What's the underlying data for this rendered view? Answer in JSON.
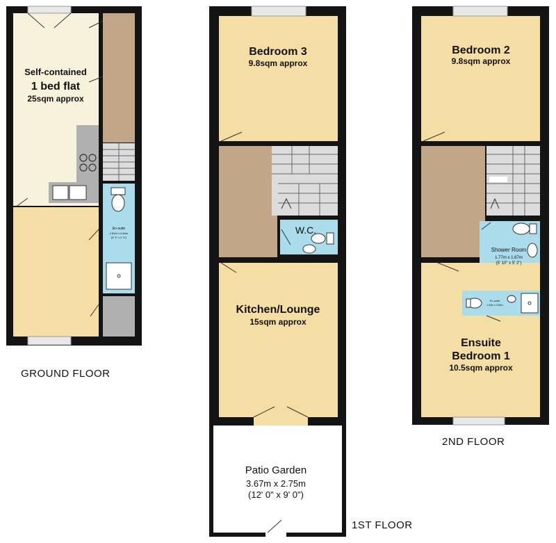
{
  "colors": {
    "wall": "#141414",
    "flat": "#f7f2dc",
    "bedroom": "#f5dea3",
    "hall": "#c2a688",
    "wet": "#aadcec",
    "stairs": "#dcdcdc",
    "appliance": "#b0b0b0",
    "patio": "#ffffff",
    "window": "#e8e8e8"
  },
  "ground": {
    "flat_line1": "Self-contained",
    "flat_line2": "1 bed flat",
    "flat_area": "25sqm approx",
    "ensuite_line1": "En-suite",
    "ensuite_line2": "2.82m x 0.84m",
    "ensuite_line3": "(9' 3\" x 2' 9\")",
    "caption": "GROUND FLOOR"
  },
  "first": {
    "bedroom3_name": "Bedroom 3",
    "bedroom3_area": "9.8sqm approx",
    "wc": "W.C.",
    "kitchen_name": "Kitchen/Lounge",
    "kitchen_area": "15sqm approx",
    "patio_name": "Patio Garden",
    "patio_dims": "3.67m x 2.75m",
    "patio_imperial": "(12' 0\" x 9' 0\")",
    "caption": "1ST FLOOR"
  },
  "second": {
    "bedroom2_name": "Bedroom 2",
    "bedroom2_area": "9.8sqm approx",
    "shower_name": "Shower Room",
    "shower_dims": "1.77m x 1.67m",
    "shower_imperial": "(5' 10\" x 5' 2\")",
    "ensuite_line1": "En-suite",
    "ensuite_line2": "1.54m x 0.62m",
    "bedroom1_line1": "Ensuite",
    "bedroom1_line2": "Bedroom 1",
    "bedroom1_area": "10.5sqm approx",
    "caption": "2ND FLOOR"
  }
}
